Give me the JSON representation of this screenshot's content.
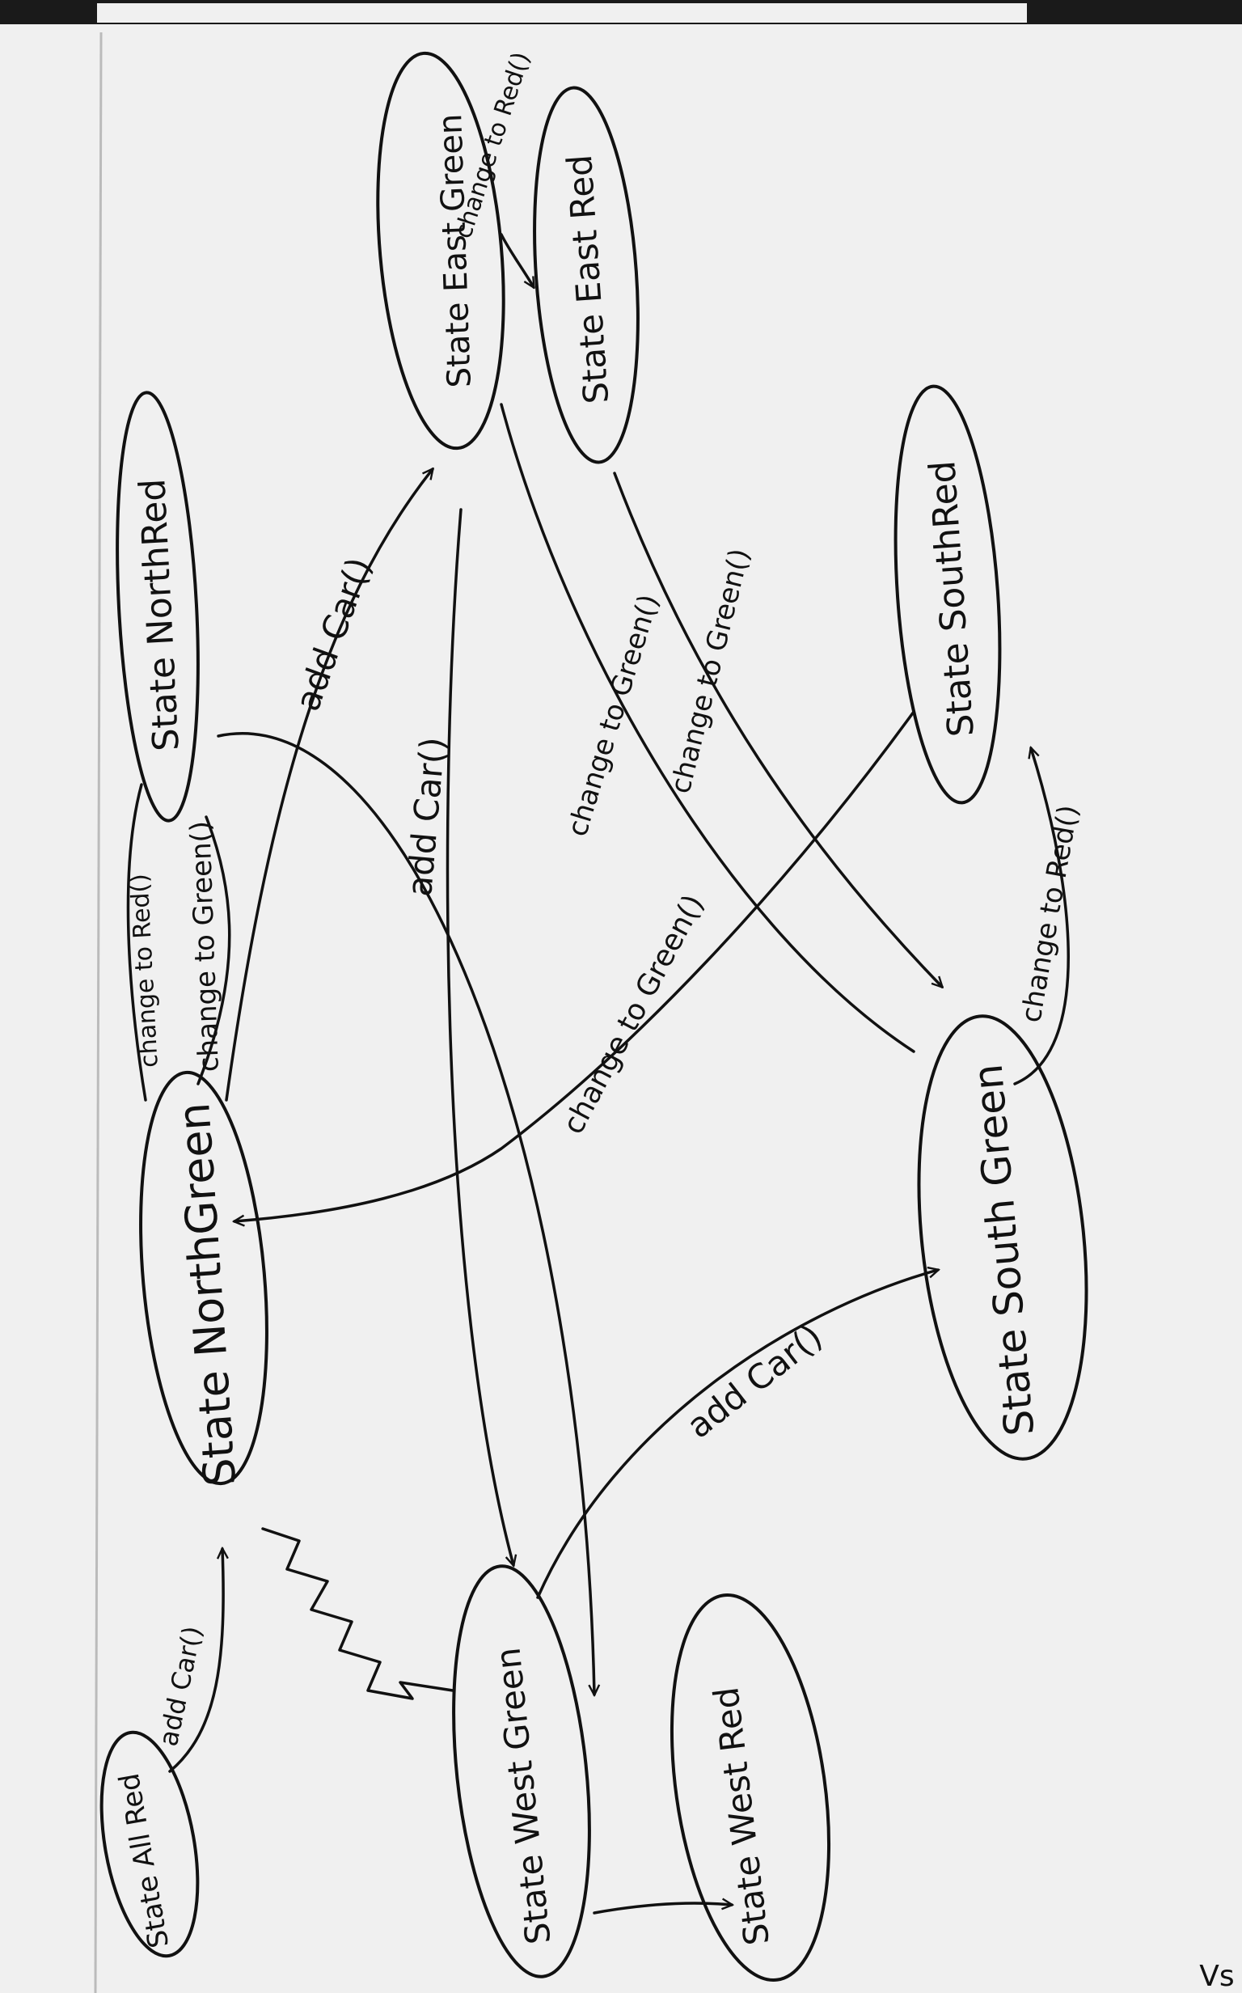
{
  "states": {
    "north_red": "State NorthRed",
    "north_green": "State NorthGreen",
    "east_green": "State East Green",
    "east_red": "State East Red",
    "south_red": "State SouthRed",
    "south_green": "State South Green",
    "west_green": "State West Green",
    "west_red": "State West Red",
    "all_red": "State All Red"
  },
  "transitions": {
    "change_to_red_north": "change to Red()",
    "change_to_green_north": "change to Green()",
    "add_car_north_east": "add Car()",
    "add_car_east_west": "add Car()",
    "change_to_red_east": "change to Red()",
    "change_to_green_east_1": "change to Green()",
    "change_to_green_east_2": "change to Green()",
    "change_to_green_south": "change to Green()",
    "change_to_red_south": "change to Red()",
    "add_car_west_south": "add Car()",
    "add_car_all_red": "add Car()"
  },
  "corner_mark": "Vs"
}
